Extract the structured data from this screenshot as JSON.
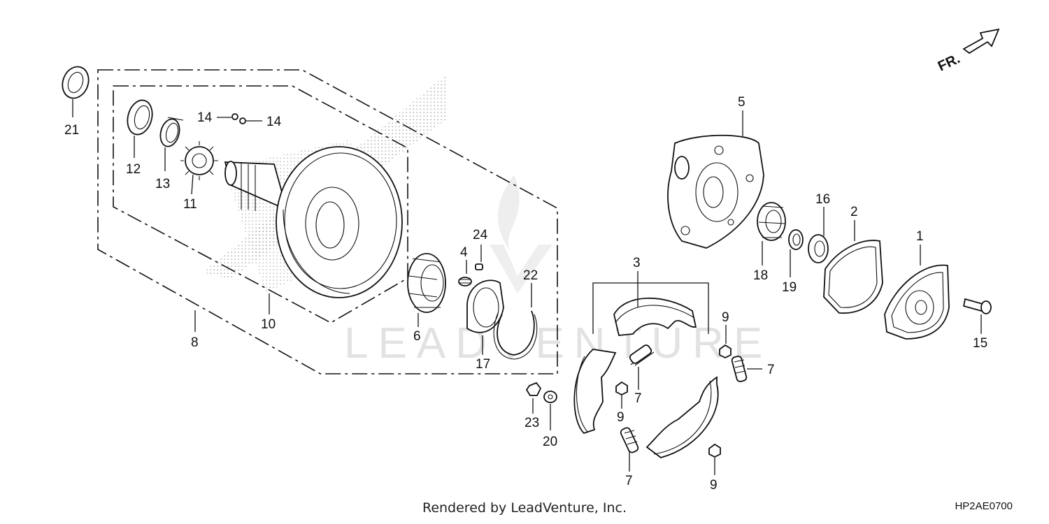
{
  "direction_label": "FR.",
  "watermark": "LEADVENTURE",
  "footer_credit": "Rendered by LeadVenture, Inc.",
  "diagram_code": "HP2AE0700",
  "callouts": {
    "c1": "1",
    "c2": "2",
    "c3": "3",
    "c4": "4",
    "c5": "5",
    "c6": "6",
    "c7a": "7",
    "c7b": "7",
    "c7c": "7",
    "c8": "8",
    "c9a": "9",
    "c9b": "9",
    "c9c": "9",
    "c10": "10",
    "c11": "11",
    "c12": "12",
    "c13": "13",
    "c14a": "14",
    "c14b": "14",
    "c15": "15",
    "c16": "16",
    "c17": "17",
    "c18": "18",
    "c19": "19",
    "c20": "20",
    "c21": "21",
    "c22": "22",
    "c23": "23",
    "c24": "24"
  }
}
